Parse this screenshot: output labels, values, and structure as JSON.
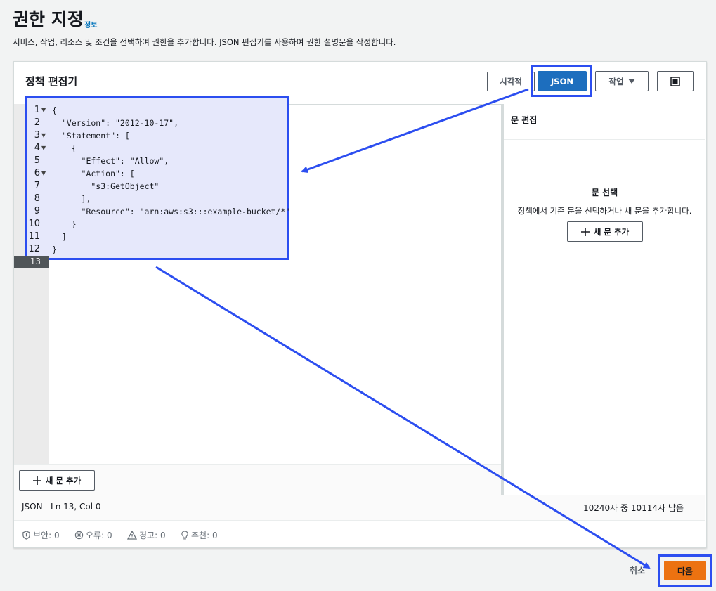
{
  "header": {
    "title": "권한 지정",
    "info_link": "정보",
    "description": "서비스, 작업, 리소스 및 조건을 선택하여 권한을 추가합니다. JSON 편집기를 사용하여 권한 설명문을 작성합니다."
  },
  "editor": {
    "title": "정책 편집기",
    "toggle_visual": "시각적",
    "toggle_json": "JSON",
    "actions_label": "작업",
    "active_line": "13",
    "add_statement": "새 문 추가",
    "lines": [
      {
        "n": "1",
        "text": "{"
      },
      {
        "n": "2",
        "text": "  \"Version\": \"2012-10-17\","
      },
      {
        "n": "3",
        "text": "  \"Statement\": ["
      },
      {
        "n": "4",
        "text": "    {"
      },
      {
        "n": "5",
        "text": "      \"Effect\": \"Allow\","
      },
      {
        "n": "6",
        "text": "      \"Action\": ["
      },
      {
        "n": "7",
        "text": "        \"s3:GetObject\""
      },
      {
        "n": "8",
        "text": "      ],"
      },
      {
        "n": "9",
        "text": "      \"Resource\": \"arn:aws:s3:::example-bucket/*\""
      },
      {
        "n": "10",
        "text": "    }"
      },
      {
        "n": "11",
        "text": "  ]"
      },
      {
        "n": "12",
        "text": "}"
      }
    ]
  },
  "side_panel": {
    "title": "문 편집",
    "empty_title": "문 선택",
    "empty_desc": "정책에서 기존 문을 선택하거나 새 문을 추가합니다.",
    "add_button": "새 문 추가"
  },
  "status": {
    "left": "JSON   Ln 13, Col 0",
    "right": "10240자 중 10114자 남음",
    "security": "보안: 0",
    "errors": "오류: 0",
    "warnings": "경고: 0",
    "suggestions": "추천: 0"
  },
  "footer": {
    "cancel": "취소",
    "next": "다음"
  },
  "colors": {
    "highlight": "#2c4ef0",
    "primary": "#ec7211",
    "json_active": "#1d6ebe"
  }
}
